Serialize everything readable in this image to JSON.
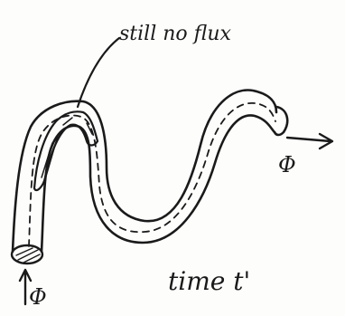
{
  "annotation": {
    "callout_label": "still no flux",
    "time_label": "time t'",
    "flux_symbol_left": "Φ",
    "flux_symbol_right": "Φ"
  },
  "colors": {
    "ink": "#1a1a1a",
    "paper": "#fdfdfc"
  }
}
